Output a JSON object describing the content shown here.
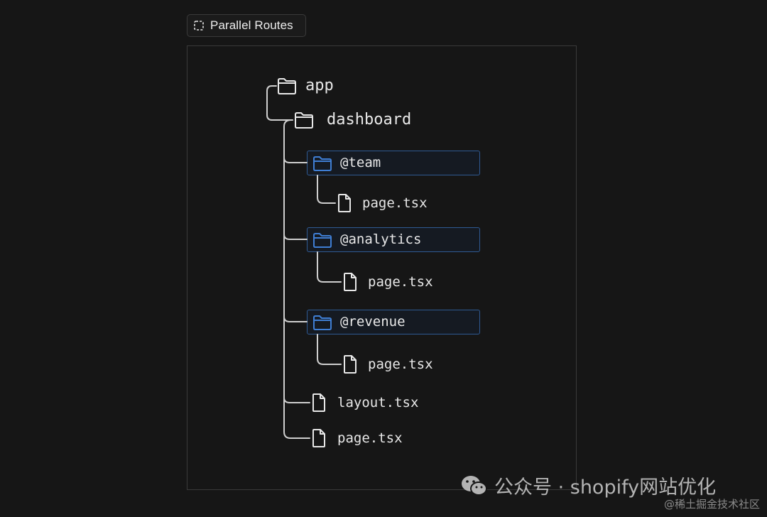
{
  "header": {
    "badge_label": "Parallel Routes",
    "badge_icon": "dashed-square-icon"
  },
  "tree": {
    "root": "app",
    "dashboard": "dashboard",
    "slot_team": "@team",
    "team_page": "page.tsx",
    "slot_analytics": "@analytics",
    "analytics_page": "page.tsx",
    "slot_revenue": "@revenue",
    "revenue_page": "page.tsx",
    "layout_file": "layout.tsx",
    "page_file": "page.tsx"
  },
  "colors": {
    "background": "#161616",
    "text": "#e8e8e8",
    "connector": "#cfcfcf",
    "slot_border": "#2f5a93",
    "slot_icon": "#3f7ed4"
  },
  "watermark": {
    "text": "公众号 · shopify网站优化",
    "corner": "@稀土掘金技术社区"
  }
}
